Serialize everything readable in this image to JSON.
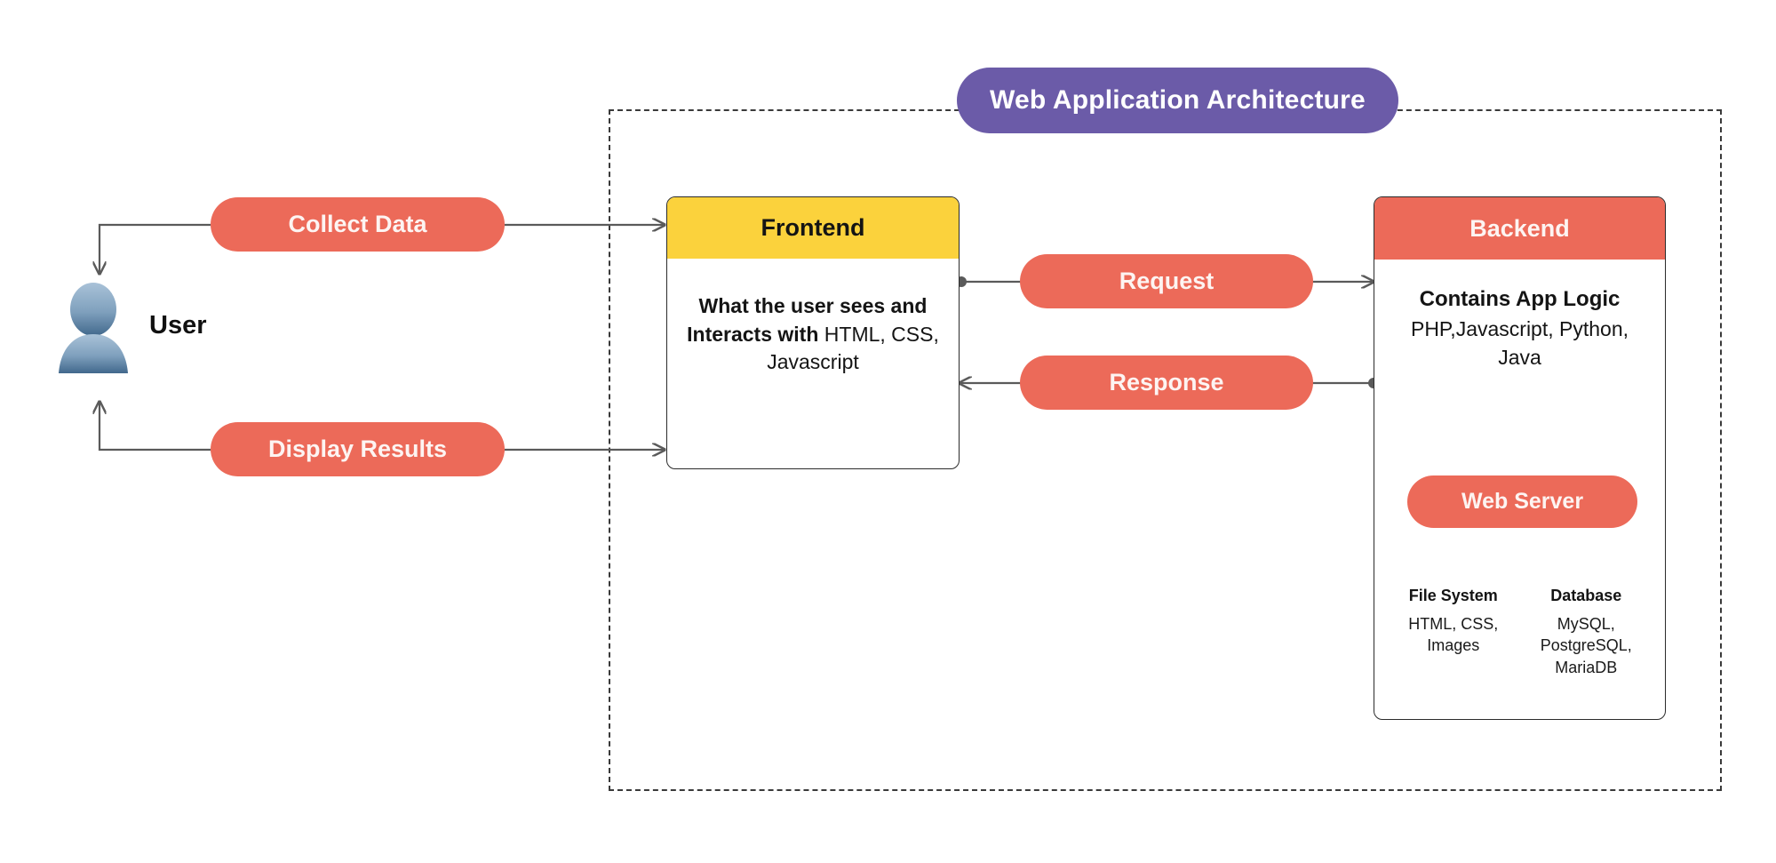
{
  "diagram": {
    "title": "Web Application Architecture",
    "boundary_label": "web-application-boundary"
  },
  "actor": {
    "label": "User",
    "icon": "user-avatar-icon"
  },
  "flow_pills": {
    "collect_data": "Collect Data",
    "display_results": "Display Results",
    "request": "Request",
    "response": "Response"
  },
  "frontend": {
    "header": "Frontend",
    "body_bold": "What the user sees and Interacts with",
    "body_regular": "HTML, CSS, Javascript"
  },
  "backend": {
    "header": "Backend",
    "body_bold": "Contains App Logic",
    "body_regular": "PHP,Javascript, Python, Java",
    "web_server": "Web Server",
    "columns": [
      {
        "title": "File System",
        "text": "HTML, CSS, Images"
      },
      {
        "title": "Database",
        "text": "MySQL, PostgreSQL, MariaDB"
      }
    ]
  },
  "colors": {
    "coral": "#EC6A59",
    "yellow": "#FBD23C",
    "purple": "#6B5BA8",
    "line": "#5a5a5a",
    "border": "#2b2b2b"
  }
}
